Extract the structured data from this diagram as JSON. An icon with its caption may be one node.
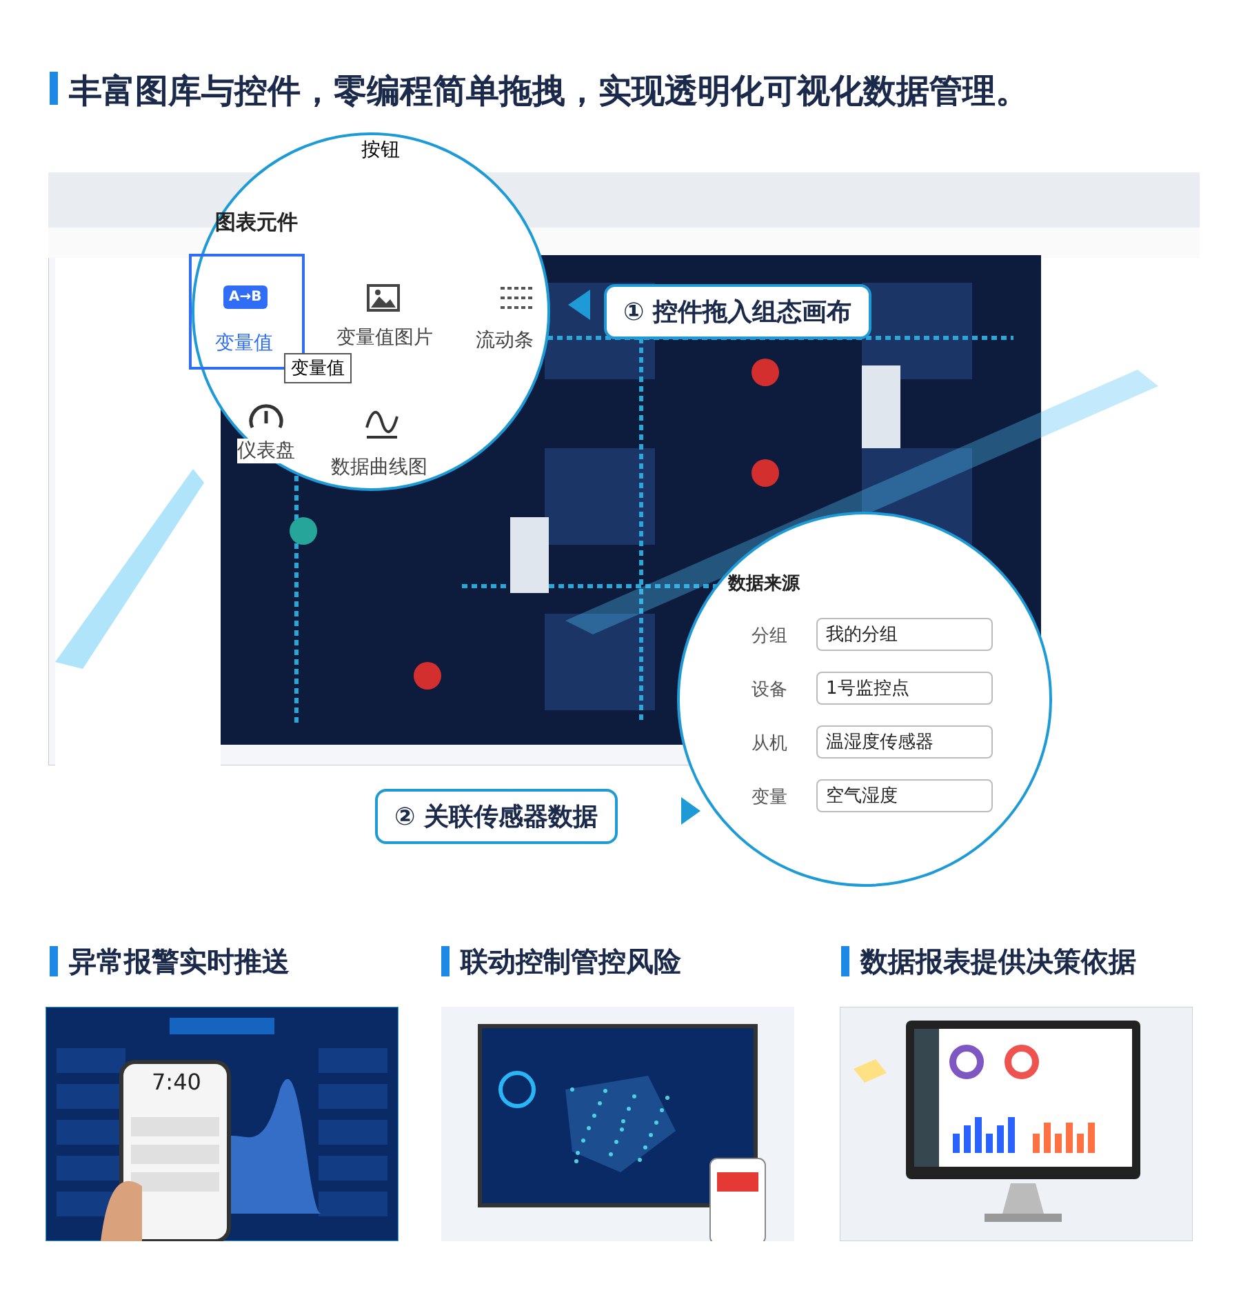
{
  "diagram": {
    "title": "丰富图库与控件，零编程简单拖拽，实现透明化可视化数据管理。",
    "labels": [
      "按钮",
      "图表元件",
      "变量值",
      "变量值",
      "变量值图片",
      "流动条",
      "仪表盘",
      "数据曲线图",
      "① 控件拖入组态画布",
      "数据来源",
      "分组",
      "我的分组",
      "设备",
      "1号监控点",
      "从机",
      "温湿度传感器",
      "变量",
      "空气湿度",
      "② 关联传感器数据",
      "异常报警实时推送",
      "联动控制管控风险",
      "数据报表提供决策依据",
      "A→B",
      "7:40"
    ]
  }
}
